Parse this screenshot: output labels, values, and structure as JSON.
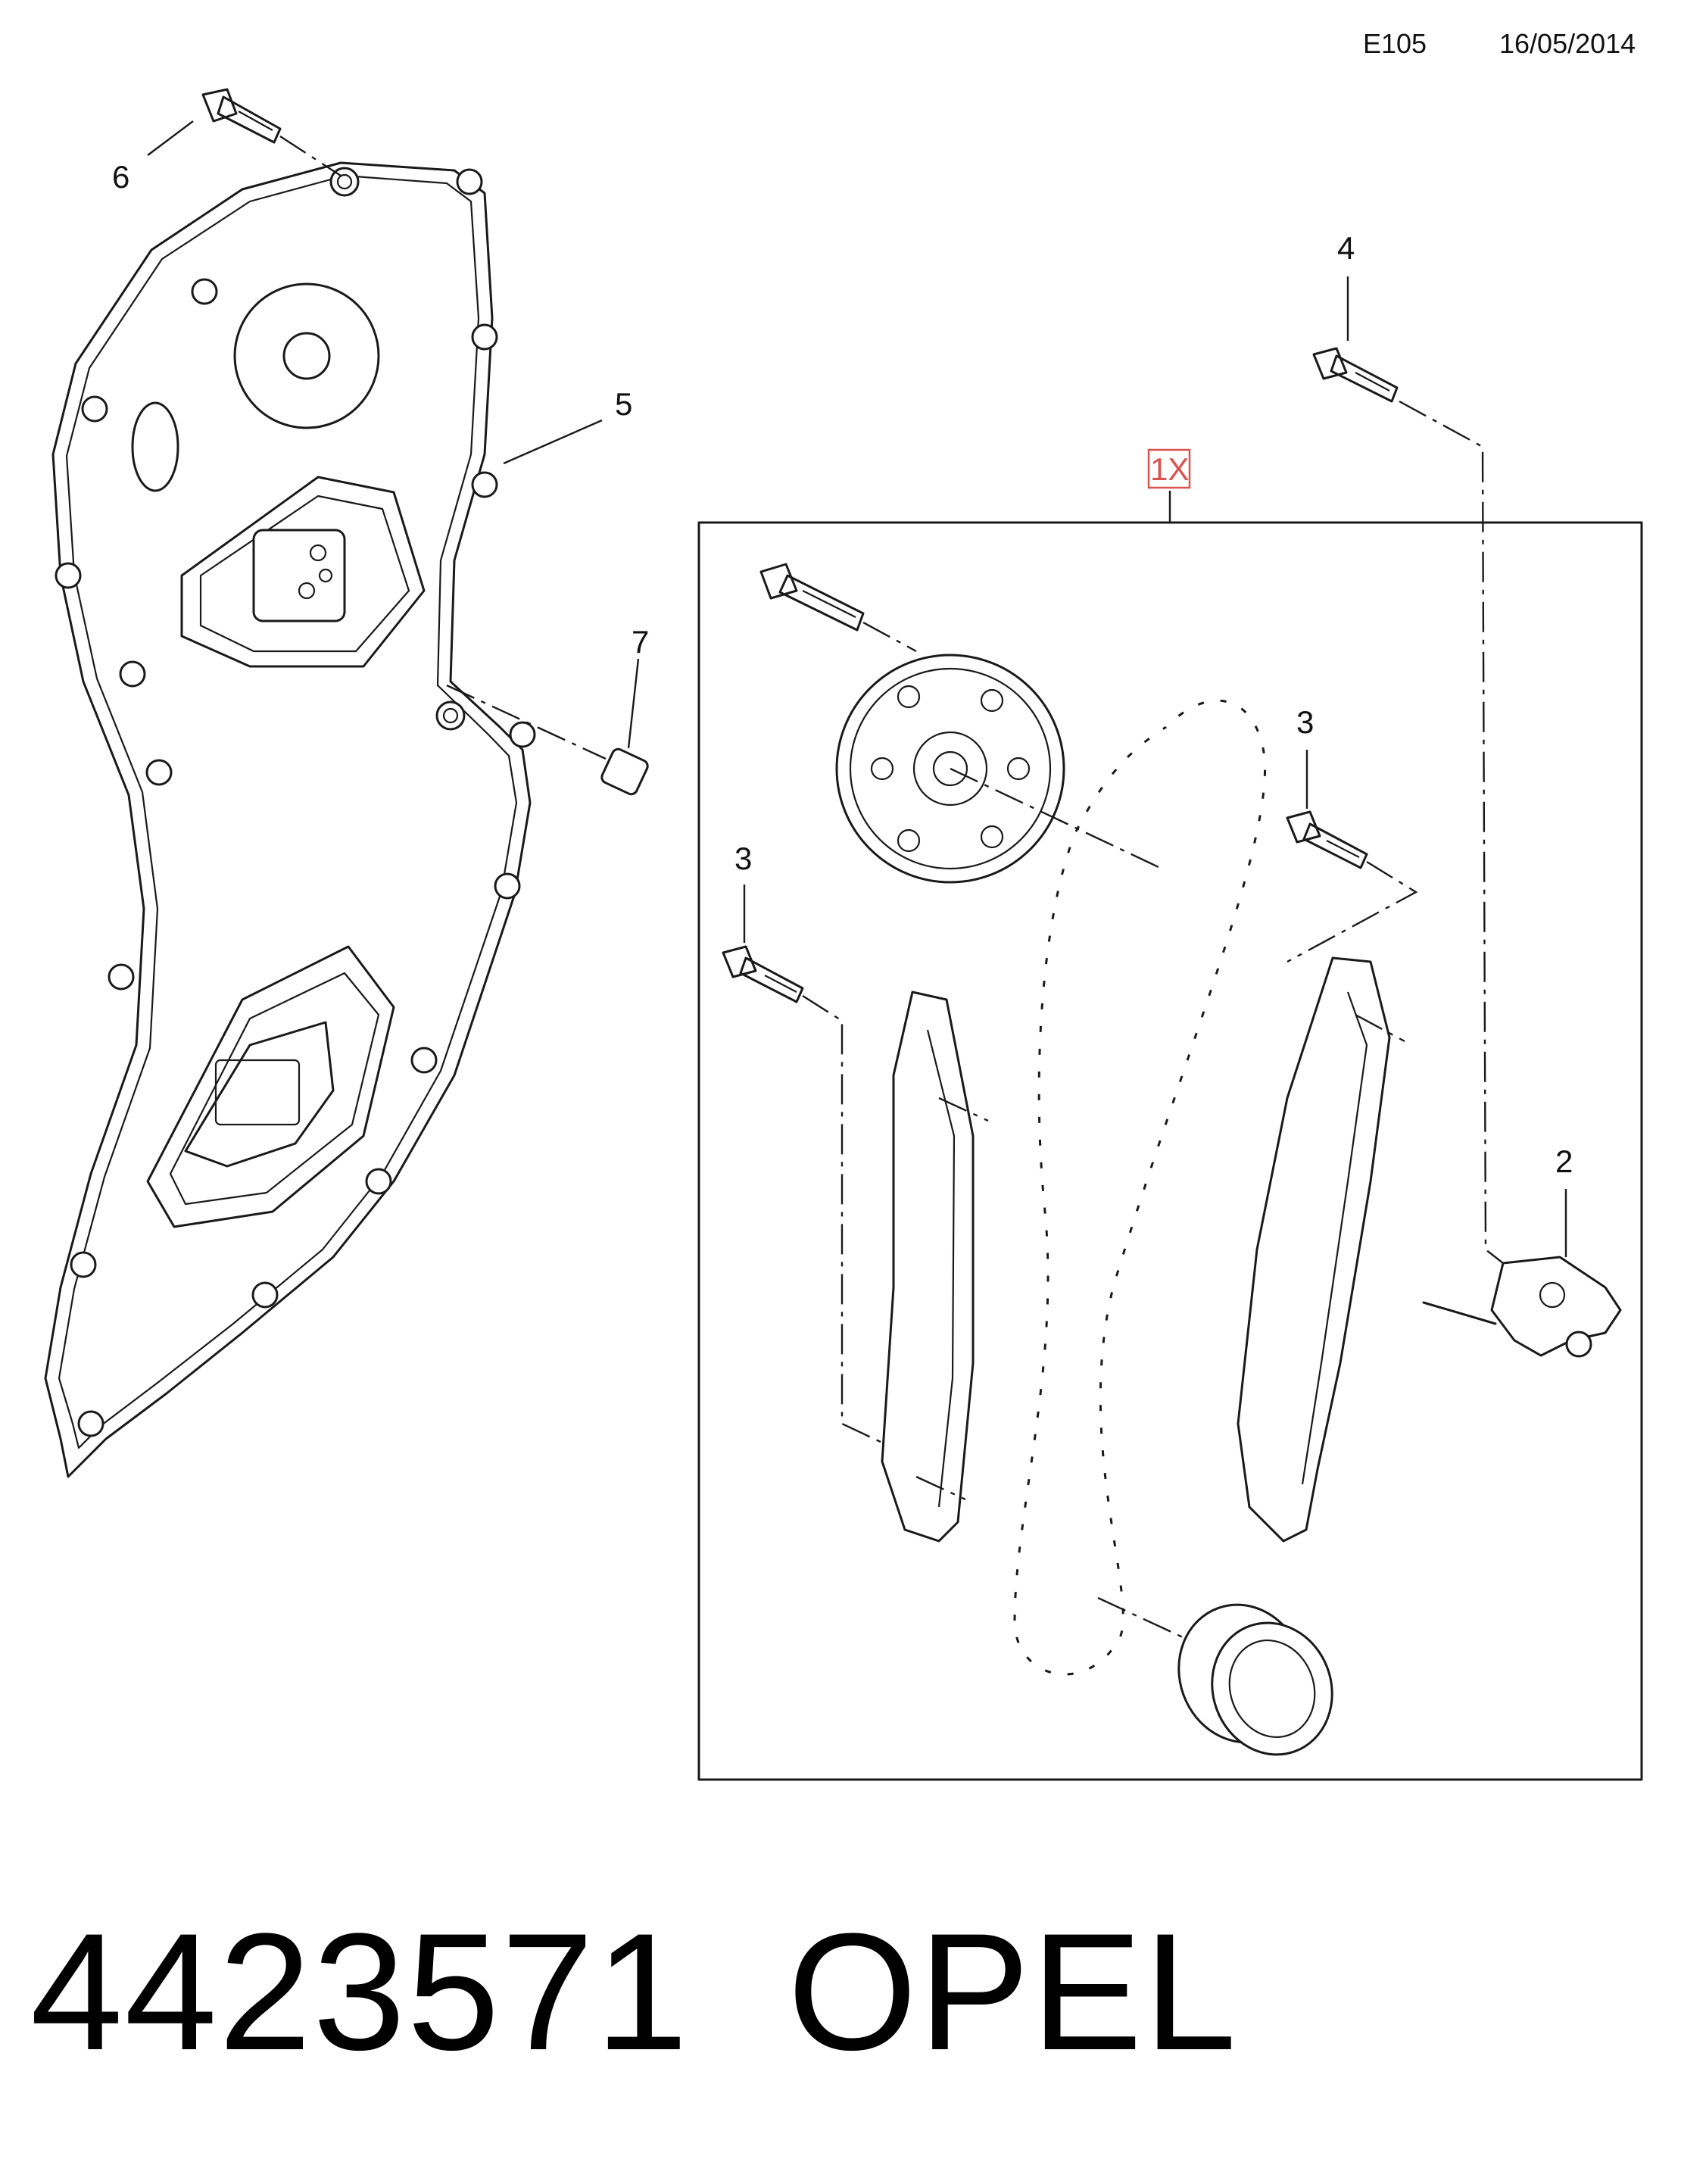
{
  "header": {
    "code": "E105",
    "date": "16/05/2014"
  },
  "group_label": "1X",
  "callouts": {
    "c1": "2",
    "c2": "3",
    "c3": "3",
    "c4": "4",
    "c5": "5",
    "c6": "6",
    "c7": "7"
  },
  "footer": {
    "part_number": "4423571",
    "brand": "OPEL"
  },
  "colors": {
    "line": "#1a1a1a",
    "group_box_accent": "#d9534f"
  }
}
